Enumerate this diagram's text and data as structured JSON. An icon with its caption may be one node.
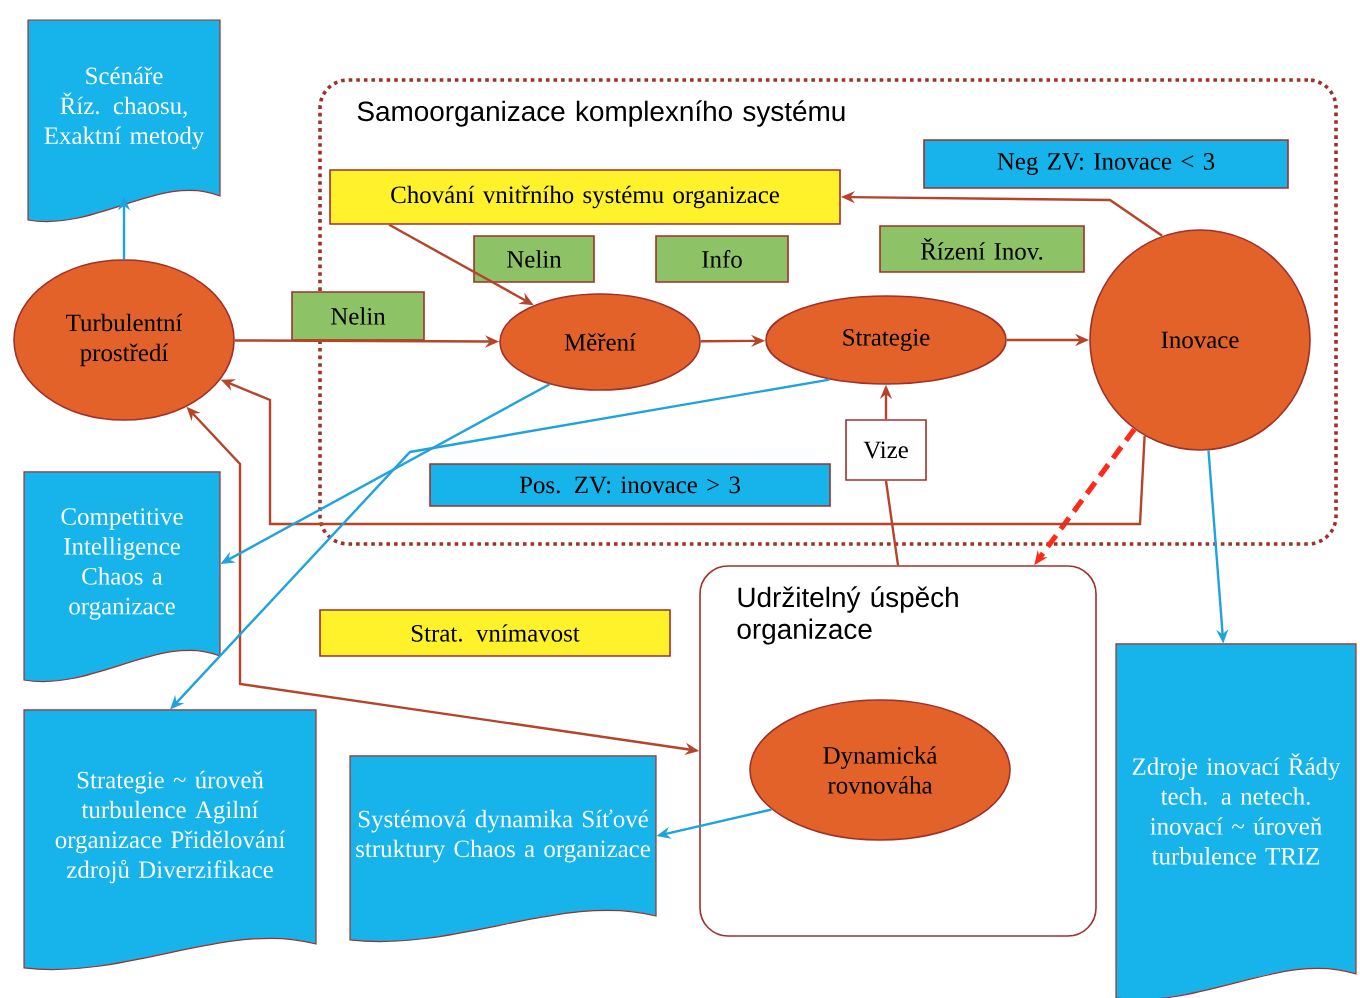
{
  "diagram": {
    "nodes": [
      {
        "text": [
          "Samoorganizace komplexního systému"
        ]
      },
      {
        "text": [
          "Chování vnitřního systému organizace"
        ],
        "in": 0
      },
      {
        "text": [
          "Neg ZV: Inovace < 3"
        ],
        "in": 0
      },
      {
        "text": [
          "Nelin"
        ],
        "in": 0
      },
      {
        "text": [
          "Info"
        ],
        "in": 0
      },
      {
        "text": [
          "Řízení Inov."
        ],
        "in": 0
      },
      {
        "text": [
          "Nelin"
        ]
      },
      {
        "text": [
          "Turbulentní prostředí"
        ]
      },
      {
        "text": [
          "Měření"
        ],
        "in": 0
      },
      {
        "text": [
          "Strategie"
        ],
        "in": 0
      },
      {
        "text": [
          "Inovace"
        ],
        "in": 0
      },
      {
        "text": [
          "Scénáře Říz. chaosu, Exaktní metody"
        ]
      },
      {
        "text": [
          "Vize"
        ],
        "in": 0
      },
      {
        "text": [
          "Pos. ZV: inovace > 3"
        ],
        "in": 0
      },
      {
        "text": [
          "Competitive Intelligence Chaos a organizace"
        ]
      },
      {
        "text": [
          "Strat. vnímavost"
        ]
      },
      {
        "text": [
          "Udržitelný úspěch organizace"
        ]
      },
      {
        "text": [
          "Dynamická rovnováha"
        ],
        "in": 16
      },
      {
        "text": [
          "Strategie ~ úroveň turbulence Agilní organizace Přidělování zdrojů Diverzifikace"
        ]
      },
      {
        "text": [
          "Systémová dynamika Síťové struktury Chaos a organizace"
        ]
      },
      {
        "text": [
          "Zdroje inovací Řády tech. a netech. inovací ~ úroveň turbulence TRIZ"
        ]
      }
    ],
    "edges": [
      {
        "from": 7,
        "to": 11,
        "arrow": "to",
        "color": "#1fa3dc"
      },
      {
        "from": 7,
        "to": 8,
        "arrow": "to"
      },
      {
        "from": 1,
        "to": 8,
        "arrow": "to"
      },
      {
        "from": 8,
        "to": 9,
        "arrow": "to"
      },
      {
        "from": 9,
        "to": 10,
        "arrow": "to"
      },
      {
        "from": 10,
        "to": 1,
        "arrow": "to"
      },
      {
        "from": 12,
        "to": 9,
        "arrow": "to"
      },
      {
        "from": 16,
        "to": 12,
        "arrow": "none"
      },
      {
        "from": 10,
        "to": 16,
        "arrow": "to",
        "style": "dashed",
        "color": "#ff2a1a"
      },
      {
        "from": 10,
        "to": 20,
        "arrow": "to",
        "color": "#1fa3dc"
      },
      {
        "from": 10,
        "to": 7,
        "arrow": "to"
      },
      {
        "from": 7,
        "to": 16,
        "arrow": "both"
      },
      {
        "from": 8,
        "to": 14,
        "arrow": "to",
        "color": "#1fa3dc"
      },
      {
        "from": 9,
        "to": 18,
        "arrow": "to",
        "color": "#1fa3dc"
      },
      {
        "from": 17,
        "to": 19,
        "arrow": "to",
        "color": "#1fa3dc"
      }
    ]
  }
}
